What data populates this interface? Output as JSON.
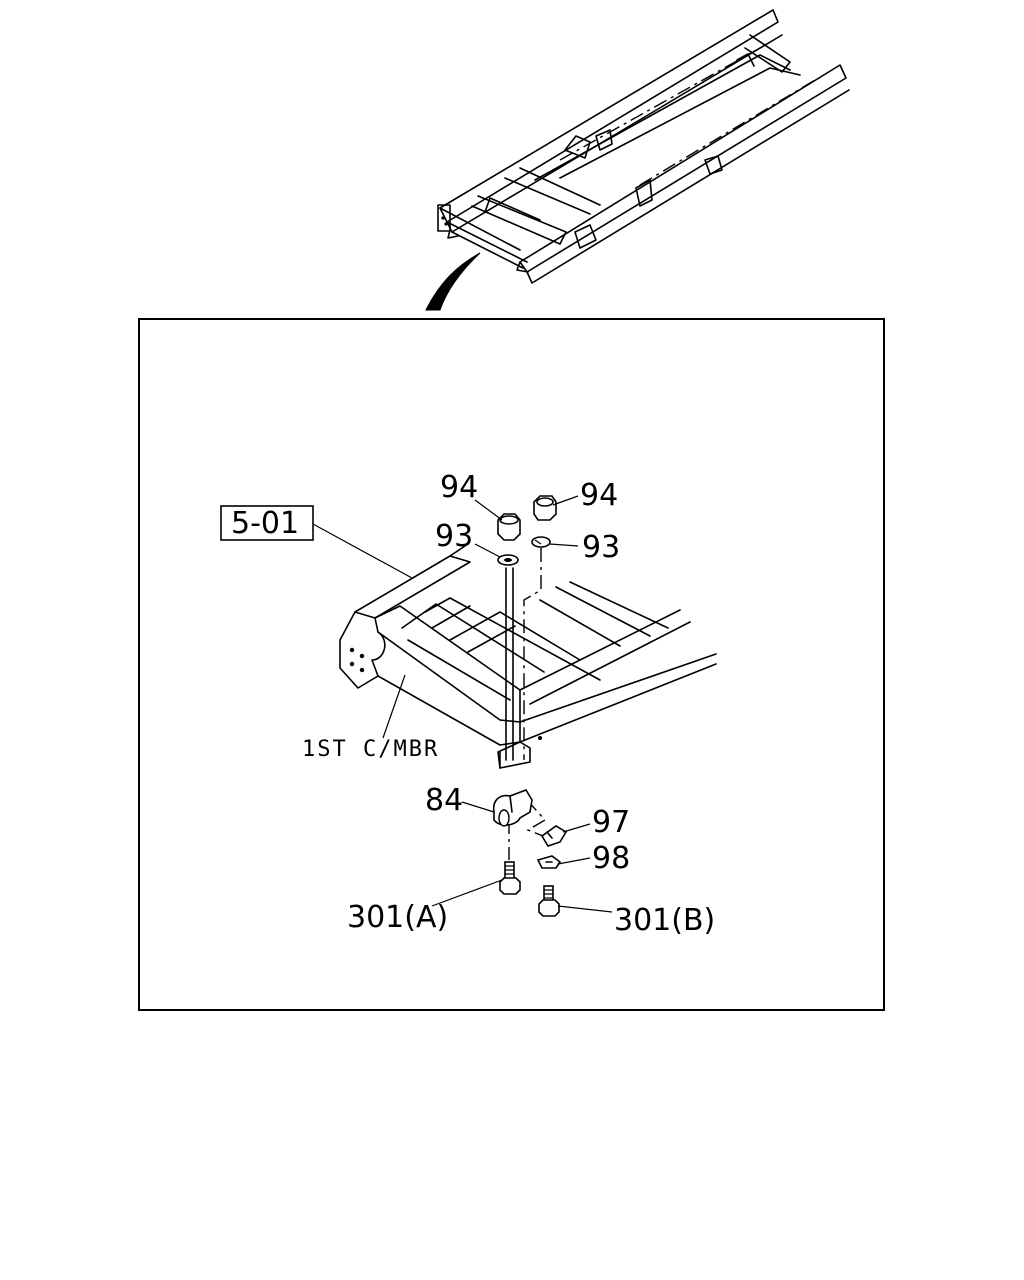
{
  "diagram": {
    "ref_box_label": "5-01",
    "member_label": "1ST C/MBR",
    "callouts": {
      "nut_left": "94",
      "nut_right": "94",
      "washer_left": "93",
      "washer_right": "93",
      "clamp": "84",
      "clip": "97",
      "bracket": "98",
      "bolt_a": "301(A)",
      "bolt_b": "301(B)"
    }
  }
}
